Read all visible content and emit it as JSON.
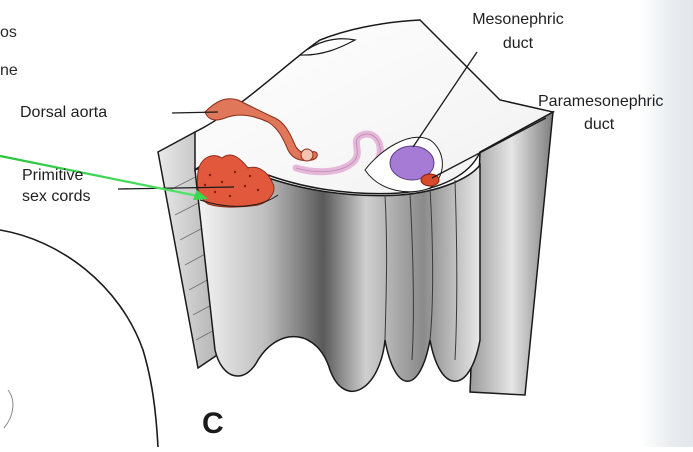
{
  "labels": {
    "fragment_top": "os",
    "fragment_second": "ne",
    "dorsal_aorta": "Dorsal aorta",
    "primitive_sex_cords": [
      "Primitive",
      "sex cords"
    ],
    "mesonephric_duct": [
      "Mesonephric",
      "duct"
    ],
    "paramesonephric_duct": [
      "Paramesonephric",
      "duct"
    ],
    "panel_letter": "C"
  },
  "colors": {
    "aorta": "#e0765a",
    "sex_cords": "#e2583c",
    "mesonephric": "#a57bd6",
    "paramesonephric": "#d94a2b",
    "pointer_arrow": "#39d650",
    "tissue_gray": "#9a9a9a",
    "outline": "#1a1a1a"
  }
}
